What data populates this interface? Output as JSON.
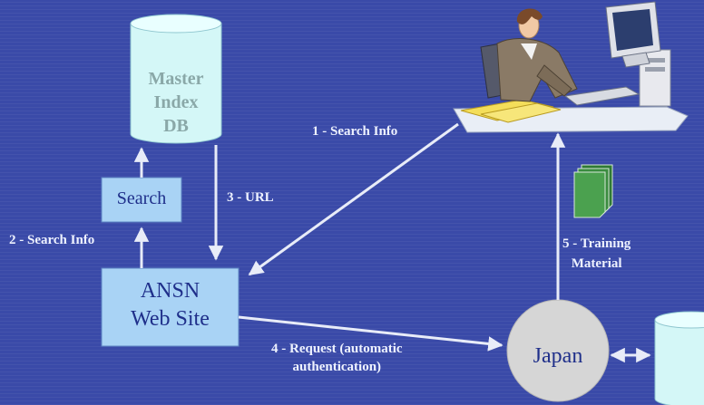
{
  "diagram": {
    "nodes": {
      "master_db": {
        "label_lines": [
          "Master",
          "Index",
          "DB"
        ]
      },
      "search": {
        "label": "Search"
      },
      "ansn": {
        "label_lines": [
          "ANSN",
          "Web Site"
        ]
      },
      "japan": {
        "label": "Japan"
      }
    },
    "edges": [
      {
        "id": "search-info-1",
        "label": "1 - Search Info"
      },
      {
        "id": "search-info-2",
        "label": "2 - Search Info"
      },
      {
        "id": "url-3",
        "label": "3 - URL"
      },
      {
        "id": "request-4",
        "label_lines": [
          "4 - Request (automatic",
          "authentication)"
        ]
      },
      {
        "id": "training-5",
        "label_lines": [
          "5 - Training",
          "Material"
        ]
      }
    ],
    "colors": {
      "background": "#3a4aa8",
      "box_fill": "#a9d3f5",
      "db_fill": "#d4f7f7",
      "japan_fill": "#d6d6d6",
      "arrow": "#e8ecf8",
      "label_text": "#eef2ff"
    }
  }
}
